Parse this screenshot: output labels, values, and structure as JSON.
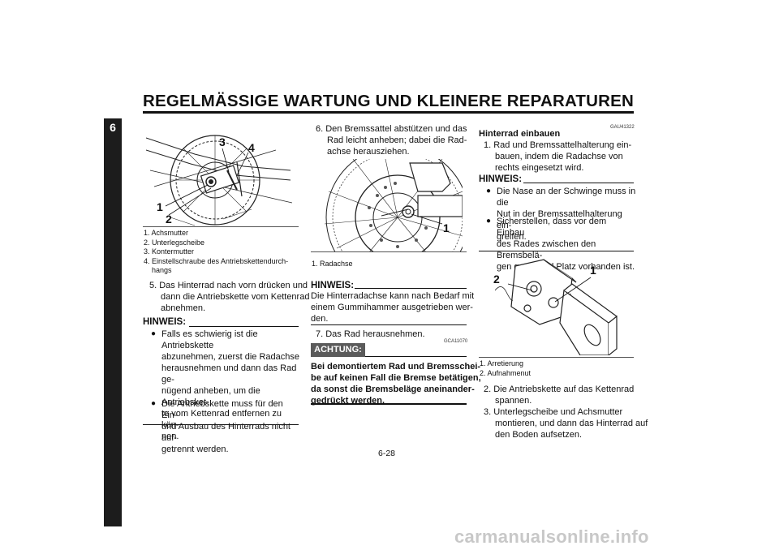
{
  "title": "REGELMÄSSIGE WARTUNG UND KLEINERE REPARATUREN",
  "chapter": "6",
  "page_number": "6-28",
  "watermark": "carmanualsonline.info",
  "col1": {
    "figure_labels": [
      "1",
      "2",
      "3",
      "4"
    ],
    "captions": [
      "1. Achsmutter",
      "2. Unterlegscheibe",
      "3. Kontermutter",
      "4. Einstellschraube des Antriebskettendurch-",
      "hangs"
    ],
    "step5": [
      "5. Das Hinterrad nach vorn drücken und",
      "dann die Antriebskette vom Kettenrad",
      "abnehmen."
    ],
    "hinweis_label": "HINWEIS:",
    "bullet1": [
      "Falls es schwierig ist die Antriebskette",
      "abzunehmen, zuerst die Radachse",
      "herausnehmen und dann das Rad ge-",
      "nügend anheben, um die Antriebsket-",
      "te vom Kettenrad entfernen zu kön-",
      "nen."
    ],
    "bullet2": [
      "Die Antriebskette muss für den Ein-",
      "und Ausbau des Hinterrads nicht auf-",
      "getrennt werden."
    ]
  },
  "col2": {
    "step6": [
      "6. Den Bremssattel abstützen und das",
      "Rad leicht anheben; dabei die Rad-",
      "achse herausziehen."
    ],
    "figure_label": "1",
    "caption": "1. Radachse",
    "hinweis_label": "HINWEIS:",
    "hinweis_text": [
      "Die Hinterradachse kann nach Bedarf mit",
      "einem Gummihammer ausgetrieben wer-",
      "den."
    ],
    "step7": "7. Das Rad herausnehmen.",
    "code": "GCA11070",
    "achtung_label": "ACHTUNG:",
    "achtung_text": [
      "Bei demontiertem Rad und Bremsschei-",
      "be auf keinen Fall die Bremse betätigen,",
      "da sonst die Bremsbeläge aneinander-",
      "gedrückt werden."
    ]
  },
  "col3": {
    "code": "GAU41322",
    "heading": "Hinterrad einbauen",
    "step1": [
      "1. Rad und Bremssattelhalterung ein-",
      "bauen, indem die Radachse von",
      "rechts eingesetzt wird."
    ],
    "hinweis_label": "HINWEIS:",
    "bullet1": [
      "Die Nase an der Schwinge muss in die",
      "Nut in der Bremssattelhalterung ein-",
      "greifen."
    ],
    "bullet2": [
      "Sicherstellen, dass vor dem Einbau",
      "des Rades zwischen den Bremsbelä-",
      "gen genügend Platz vorhanden ist."
    ],
    "figure_labels": [
      "1",
      "2"
    ],
    "captions": [
      "1. Arretierung",
      "2. Aufnahmenut"
    ],
    "step2": [
      "2. Die Antriebskette auf das Kettenrad",
      "spannen."
    ],
    "step3": [
      "3. Unterlegscheibe und Achsmutter",
      "montieren, und dann das Hinterrad auf",
      "den Boden aufsetzen."
    ]
  }
}
